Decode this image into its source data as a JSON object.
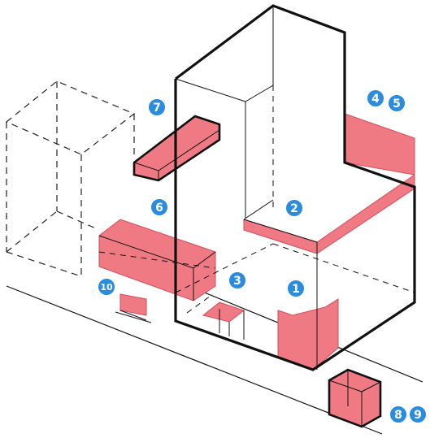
{
  "colors": {
    "line": "#111111",
    "accent_fill": "#f07a84",
    "accent_stroke": "#d24b57",
    "badge_fill": "#2b8bdc",
    "badge_ring": "#ffffff"
  },
  "labels": {
    "b1": "1",
    "b2": "2",
    "b3": "3",
    "b4": "4",
    "b5": "5",
    "b6": "6",
    "b7": "7",
    "b8": "8",
    "b9": "9",
    "b10": "10"
  }
}
